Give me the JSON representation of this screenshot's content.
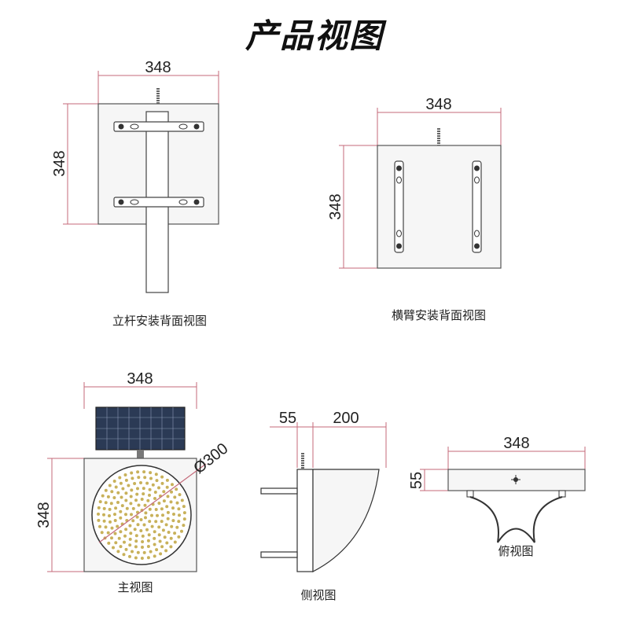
{
  "title": "产品视图",
  "views": {
    "pole_back": {
      "caption": "立杆安装背面视图",
      "width": "348",
      "height": "348"
    },
    "arm_back": {
      "caption": "横臂安装背面视图",
      "width": "348",
      "height": "348"
    },
    "front": {
      "caption": "主视图",
      "width": "348",
      "height": "348",
      "diameter": "Ø300"
    },
    "side": {
      "caption": "侧视图",
      "depth_a": "55",
      "depth_b": "200"
    },
    "top": {
      "caption": "俯视图",
      "width": "348",
      "height": "55"
    }
  },
  "colors": {
    "dimension_line": "#c46a7a",
    "outline": "#555555"
  }
}
